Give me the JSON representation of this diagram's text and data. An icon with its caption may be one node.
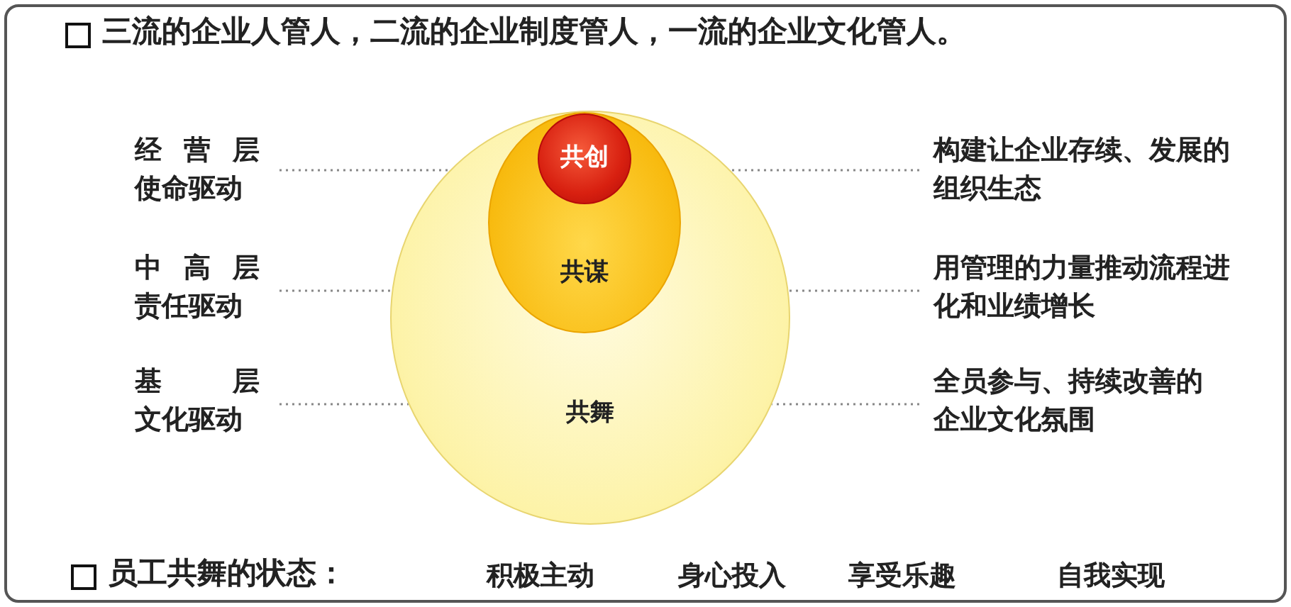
{
  "diagram": {
    "title": "三流的企业人管人，二流的企业制度管人，**一流的企业文化管人**。",
    "nodes": [
      {
        "text": [
          "共舞"
        ]
      },
      {
        "text": [
          "共谋"
        ],
        "in": 0
      },
      {
        "text": [
          "共创"
        ],
        "in": 1
      },
      {
        "text": [
          "经营层",
          "使命驱动"
        ]
      },
      {
        "text": [
          "中高层",
          "责任驱动"
        ]
      },
      {
        "text": [
          "基层",
          "文化驱动"
        ]
      },
      {
        "text": [
          "构建让企业存续、发展的组织生态"
        ]
      },
      {
        "text": [
          "用管理的力量推动流程进化和业绩增长"
        ]
      },
      {
        "text": [
          "全员参与、持续改善的企业文化氛围"
        ]
      }
    ],
    "edges": [
      {
        "from": 3,
        "to": 2,
        "arrow": "none"
      },
      {
        "from": 4,
        "to": 1,
        "arrow": "none"
      },
      {
        "from": 5,
        "to": 0,
        "arrow": "none"
      },
      {
        "from": 6,
        "to": 2,
        "arrow": "none"
      },
      {
        "from": 7,
        "to": 1,
        "arrow": "none"
      },
      {
        "from": 8,
        "to": 0,
        "arrow": "none"
      }
    ],
    "labels": [
      "员工共舞的状态：",
      "积极主动",
      "身心投入",
      "享受乐趣",
      "自我实现"
    ]
  }
}
